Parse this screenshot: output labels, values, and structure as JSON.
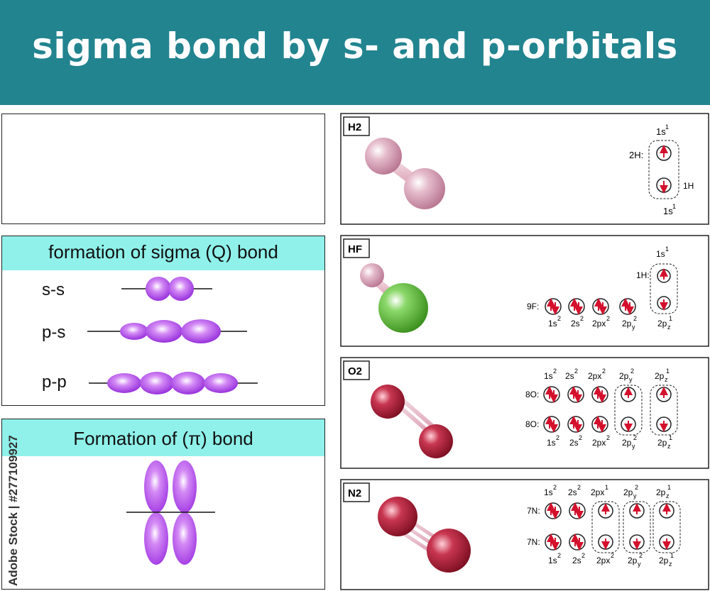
{
  "title": "sigma bond by s- and p-orbitals",
  "sigma_panel": {
    "title": "formation of sigma (Q) bond",
    "rows": [
      "s-s",
      "p-s",
      "p-p"
    ]
  },
  "pi_panel": {
    "title": "Formation of (π) bond"
  },
  "watermark": "Adobe Stock | #277109927",
  "molecules": [
    {
      "name": "H2"
    },
    {
      "name": "HF"
    },
    {
      "name": "O2"
    },
    {
      "name": "N2"
    }
  ],
  "colors": {
    "banner": "#22848f",
    "highlight": "#8ff1ea",
    "orbital": "#a43be8",
    "h_atom": "#d49bb0",
    "f_atom": "#5cb838",
    "o_atom": "#b61e3c",
    "arrow": "#d4102c"
  }
}
